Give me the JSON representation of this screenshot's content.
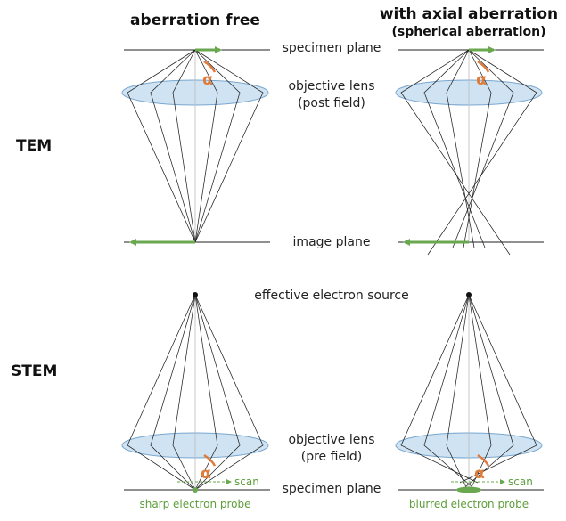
{
  "colors": {
    "ray": "#222222",
    "lens_fill": "#cfe3f3",
    "lens_stroke": "#7aa7cf",
    "green": "#6aa84f",
    "green_text": "#5e9e3c",
    "alpha": "#e07b39"
  },
  "headings": {
    "left": "aberration free",
    "right_main": "with axial aberration",
    "right_sub": "(spherical aberration)"
  },
  "row_labels": {
    "tem": "TEM",
    "stem": "STEM"
  },
  "labels": {
    "specimen_plane_top": "specimen plane",
    "objective_lens_top": "objective lens",
    "post_field": "(post field)",
    "image_plane": "image plane",
    "effective_source": "effective electron source",
    "objective_lens_bottom": "objective lens",
    "pre_field": "(pre field)",
    "specimen_plane_bottom": "specimen plane",
    "alpha": "α",
    "scan": "scan",
    "sharp_probe": "sharp electron probe",
    "blurred_probe": "blurred electron probe"
  }
}
